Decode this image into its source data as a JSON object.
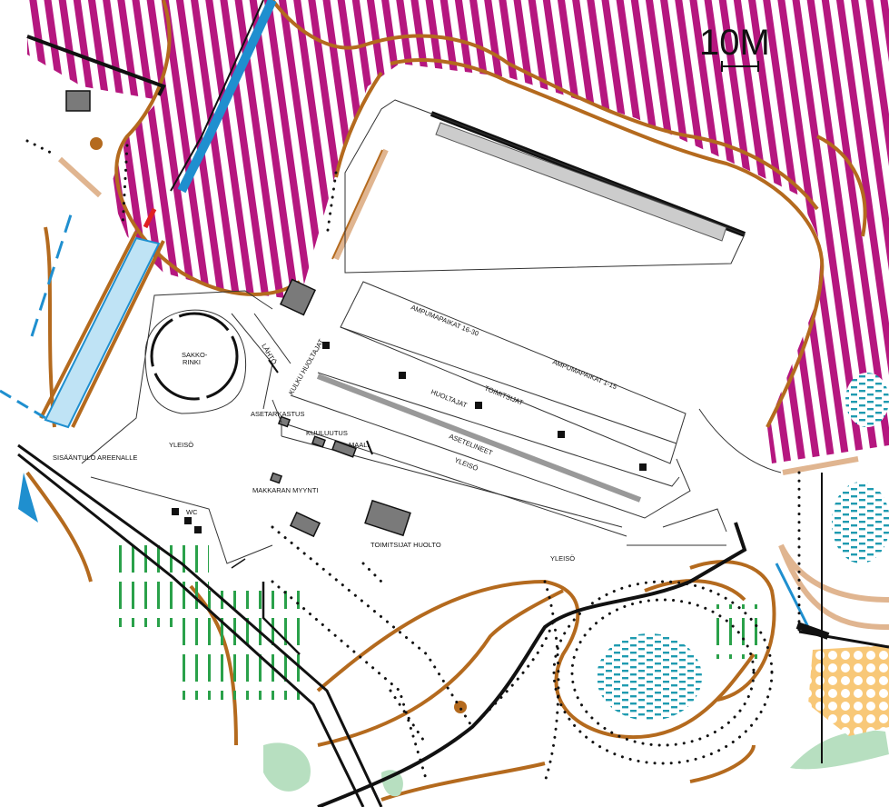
{
  "map": {
    "scale_label": "10M",
    "labels": {
      "ampumapaikat_16_30": "AMPUMAPAIKAT 16-30",
      "ampumapaikat_1_15": "AMPUMAPAIKAT 1-15",
      "toimitsijat": "TOIMITSIJAT",
      "huoltajat": "HUOLTAJAT",
      "asetelineet": "ASETELINEET",
      "yleiso_center": "YLEISÖ",
      "yleiso_left": "YLEISÖ",
      "yleiso_right": "YLEISÖ",
      "kulku_huoltajat": "KULKU HUOLTAJAT",
      "lahto": "LÄHTÖ",
      "asetarkastus": "ASETARKASTUS",
      "kuuluutus": "KUULUUTUS",
      "maali": "MAALI",
      "sakkorinki": "SAKKO-",
      "sakkorinki_2": "RINKI",
      "sisaantulo": "SISÄÄNTULO AREENALLE",
      "wc": "WC",
      "makkaran_myynti": "MAKKARAN MYYNTI",
      "toimitsijat_huolto": "TOIMITSIJAT HUOLTO"
    },
    "colors": {
      "forbidden_hatch": "#b5177f",
      "contour": "#b46a1e",
      "road": "#111111",
      "path_tan": "#e0b590",
      "water": "#1f8fcf",
      "marsh": "#1f9bb0",
      "vegetation": "#2aa14a",
      "building": "#7a7a7a",
      "open_land": "#f8c878",
      "green_area": "#b7dfc0"
    }
  }
}
